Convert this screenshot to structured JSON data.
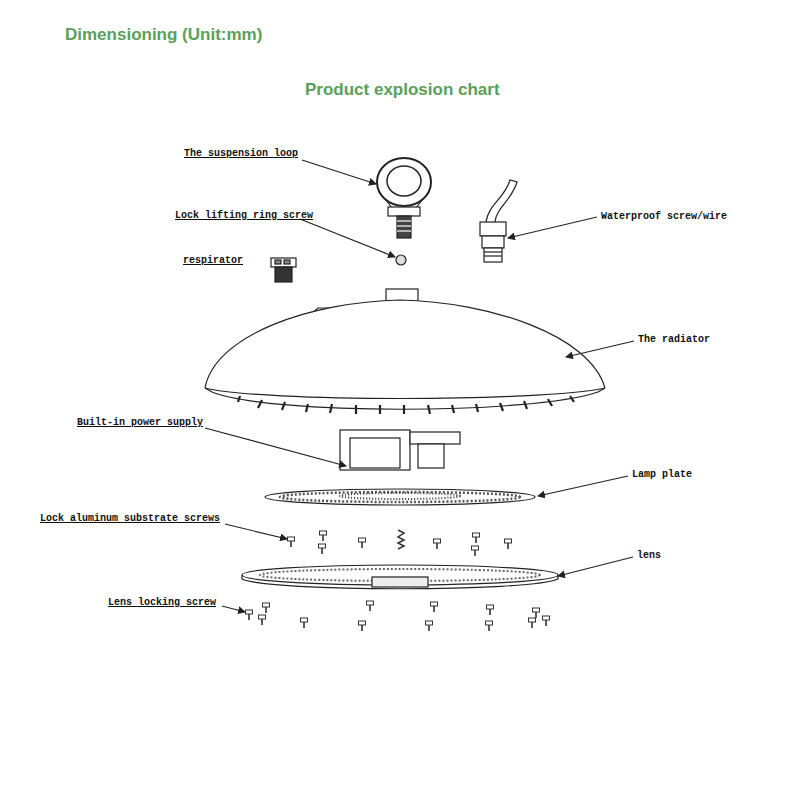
{
  "diagram": {
    "title": "Product explosion chart",
    "labels": [
      "Dimensioning (Unit:mm)",
      "The suspension loop",
      "Lock lifting ring screw",
      "respirator",
      "Waterproof screw/wire",
      "The radiator",
      "Built-in power supply",
      "Lamp plate",
      "Lock aluminum substrate screws",
      "lens",
      "Lens locking screw"
    ]
  }
}
